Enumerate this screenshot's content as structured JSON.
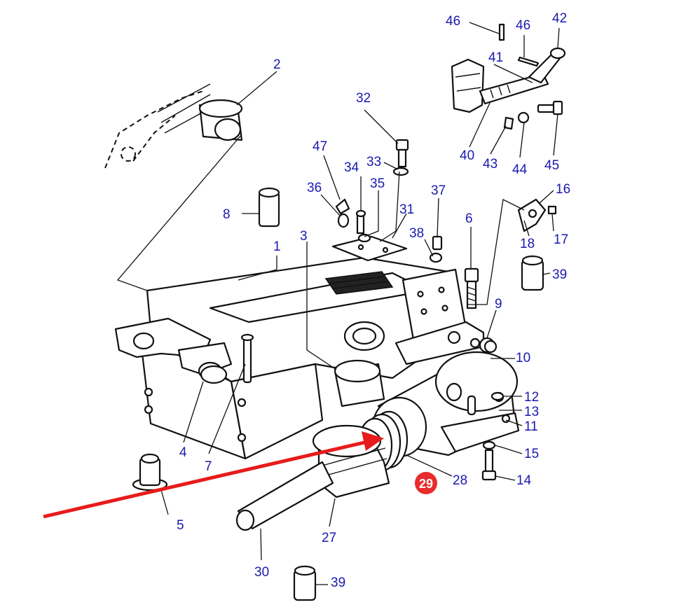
{
  "colors": {
    "label": "#1a1ab0",
    "highlight": "#e82c2c",
    "arrow": "#e81b1b",
    "line": "#111111"
  },
  "highlight": {
    "part": "29"
  },
  "labels": {
    "p1": "1",
    "p2": "2",
    "p3": "3",
    "p4": "4",
    "p5": "5",
    "p6": "6",
    "p7": "7",
    "p8": "8",
    "p9": "9",
    "p10": "10",
    "p11": "11",
    "p12": "12",
    "p13": "13",
    "p14": "14",
    "p15": "15",
    "p16": "16",
    "p17": "17",
    "p18": "18",
    "p27": "27",
    "p28": "28",
    "p29": "29",
    "p30": "30",
    "p31": "31",
    "p32": "32",
    "p33": "33",
    "p34": "34",
    "p35": "35",
    "p36": "36",
    "p37": "37",
    "p38": "38",
    "p39a": "39",
    "p39b": "39",
    "p40": "40",
    "p41": "41",
    "p42": "42",
    "p43": "43",
    "p44": "44",
    "p45": "45",
    "p46a": "46",
    "p46b": "46",
    "p47": "47"
  }
}
